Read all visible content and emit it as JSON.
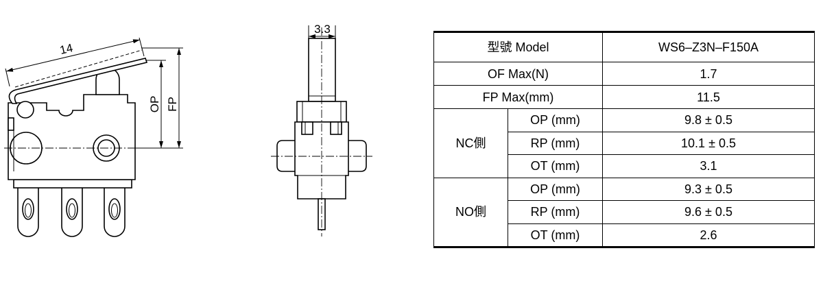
{
  "side_view": {
    "lever_length_dim": "14",
    "op_dim_label": "OP",
    "fp_dim_label": "FP"
  },
  "front_view": {
    "width_dim": "3.3"
  },
  "spec_table": {
    "model": {
      "label": "型號 Model",
      "value": "WS6–Z3N–F150A"
    },
    "of_max": {
      "label": "OF Max(N)",
      "value": "1.7"
    },
    "fp_max": {
      "label": "FP Max(mm)",
      "value": "11.5"
    },
    "groups": [
      {
        "name": "NC側",
        "rows": [
          {
            "label": "OP (mm)",
            "value": "9.8 ± 0.5"
          },
          {
            "label": "RP (mm)",
            "value": "10.1 ± 0.5"
          },
          {
            "label": "OT (mm)",
            "value": "3.1"
          }
        ]
      },
      {
        "name": "NO側",
        "rows": [
          {
            "label": "OP (mm)",
            "value": "9.3 ± 0.5"
          },
          {
            "label": "RP (mm)",
            "value": "9.6 ± 0.5"
          },
          {
            "label": "OT (mm)",
            "value": "2.6"
          }
        ]
      }
    ]
  }
}
